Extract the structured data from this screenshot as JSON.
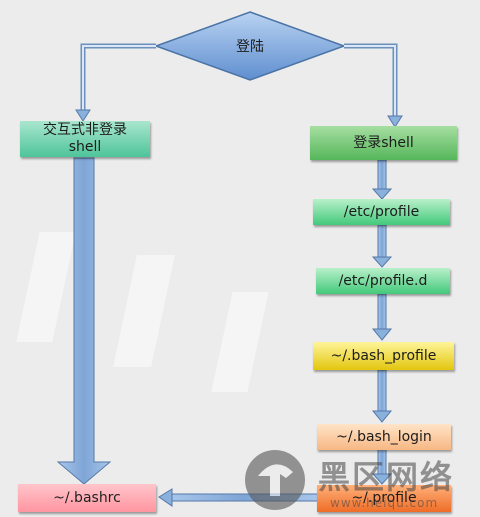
{
  "diagram": {
    "start": "登陆",
    "left_node": {
      "line1": "交互式非登录",
      "line2": "shell"
    },
    "right_node": "登录shell",
    "etc_profile": "/etc/profile",
    "etc_profile_d": "/etc/profile.d",
    "bash_profile": "~/.bash_profile",
    "bash_login": "~/.bash_login",
    "profile": "~/.profile",
    "bashrc": "~/.bashrc"
  },
  "watermark": {
    "text": "黑区网络",
    "subtitle": "www.heiqu.com"
  },
  "colors": {
    "arrow_fill": "#8ab0dc",
    "arrow_stroke": "#5579a9",
    "diamond_fill": "#7fa6d8"
  }
}
